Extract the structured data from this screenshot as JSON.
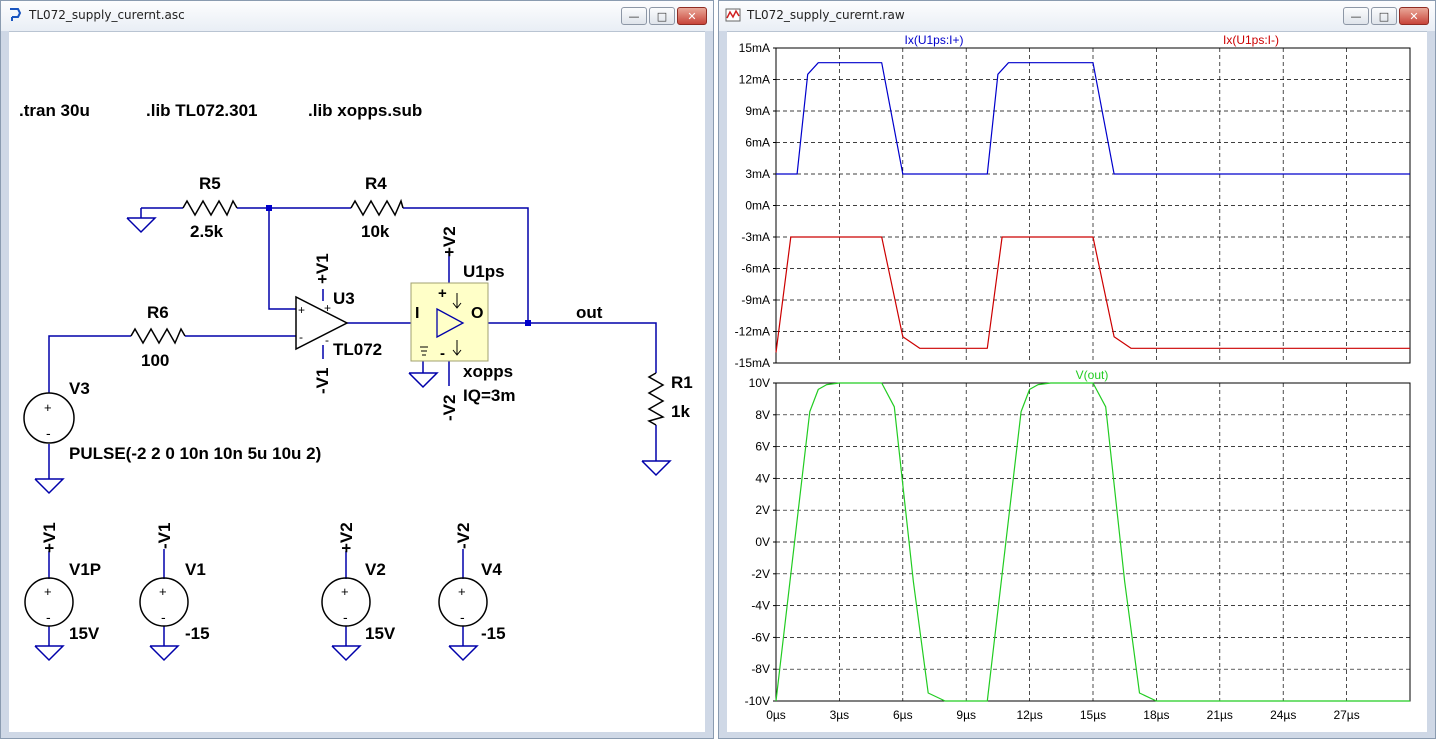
{
  "schematic_window": {
    "title": "TL072_supply_curernt.asc",
    "directives": [
      ".tran 30u",
      ".lib TL072.301",
      ".lib xopps.sub"
    ],
    "components": {
      "r5": {
        "name": "R5",
        "value": "2.5k"
      },
      "r4": {
        "name": "R4",
        "value": "10k"
      },
      "r6": {
        "name": "R6",
        "value": "100"
      },
      "r1": {
        "name": "R1",
        "value": "1k"
      },
      "u3": {
        "name": "U3",
        "model": "TL072",
        "pos_supply": "+V1",
        "neg_supply": "-V1"
      },
      "u1": {
        "name": "U1ps",
        "model": "xopps",
        "param": "IQ=3m",
        "pos_supply": "+V2",
        "neg_supply": "-V2",
        "pin_in": "I",
        "pin_out": "O",
        "plus": "+",
        "minus": "-"
      },
      "v3": {
        "name": "V3",
        "value": "PULSE(-2 2 0 10n 10n 5u 10u 2)"
      },
      "v1p": {
        "name": "V1P",
        "net": "+V1",
        "value": "15V"
      },
      "v1": {
        "name": "V1",
        "net": "-V1",
        "value": "-15"
      },
      "v2": {
        "name": "V2",
        "net": "+V2",
        "value": "15V"
      },
      "v4": {
        "name": "V4",
        "net": "-V2",
        "value": "-15"
      }
    },
    "net_labels": {
      "out": "out"
    },
    "opamp_pins": {
      "plus": "+",
      "minus": "-"
    }
  },
  "plot_window": {
    "title": "TL072_supply_curernt.raw",
    "colors": {
      "i_plus": "#0000cc",
      "i_minus": "#cc0000",
      "v_out": "#22cc22",
      "wire": "#0000aa",
      "grid": "#000000"
    },
    "chart_data": [
      {
        "type": "line",
        "xlim": [
          0,
          30
        ],
        "ylim": [
          -15,
          15
        ],
        "yticks": [
          "15mA",
          "12mA",
          "9mA",
          "6mA",
          "3mA",
          "0mA",
          "-3mA",
          "-6mA",
          "-9mA",
          "-12mA",
          "-15mA"
        ],
        "series": [
          {
            "name": "Ix(U1ps:I+)",
            "x": [
              0,
              1.0,
              1.5,
              2.0,
              5.0,
              6.0,
              10.0,
              10.5,
              11.0,
              15.0,
              16.0,
              30.0
            ],
            "y": [
              3,
              3,
              12.5,
              13.6,
              13.6,
              3,
              3,
              12.5,
              13.6,
              13.6,
              3,
              3
            ]
          },
          {
            "name": "Ix(U1ps:I-)",
            "x": [
              0,
              0.7,
              5.0,
              6.0,
              6.8,
              10.0,
              10.7,
              15.0,
              16.0,
              16.8,
              30.0
            ],
            "y": [
              -14,
              -3,
              -3,
              -12.5,
              -13.6,
              -13.6,
              -3,
              -3,
              -12.5,
              -13.6,
              -13.6
            ]
          }
        ]
      },
      {
        "type": "line",
        "xlim": [
          0,
          30
        ],
        "ylim": [
          -10,
          10
        ],
        "yticks": [
          "10V",
          "8V",
          "6V",
          "4V",
          "2V",
          "0V",
          "-2V",
          "-4V",
          "-6V",
          "-8V",
          "-10V"
        ],
        "xticks": [
          "0µs",
          "3µs",
          "6µs",
          "9µs",
          "12µs",
          "15µs",
          "18µs",
          "21µs",
          "24µs",
          "27µs"
        ],
        "series": [
          {
            "name": "V(out)",
            "x": [
              0,
              1.6,
              2.0,
              2.4,
              3.0,
              5.0,
              5.6,
              6.5,
              7.2,
              8.0,
              10.0,
              11.6,
              12.0,
              12.4,
              13.0,
              15.0,
              15.6,
              16.5,
              17.2,
              18.0,
              30.0
            ],
            "y": [
              -10,
              8.2,
              9.6,
              9.9,
              10,
              10,
              8.5,
              -2.5,
              -9.5,
              -10,
              -10,
              8.2,
              9.6,
              9.9,
              10,
              10,
              8.5,
              -2.5,
              -9.5,
              -10,
              -10
            ]
          }
        ]
      }
    ]
  }
}
